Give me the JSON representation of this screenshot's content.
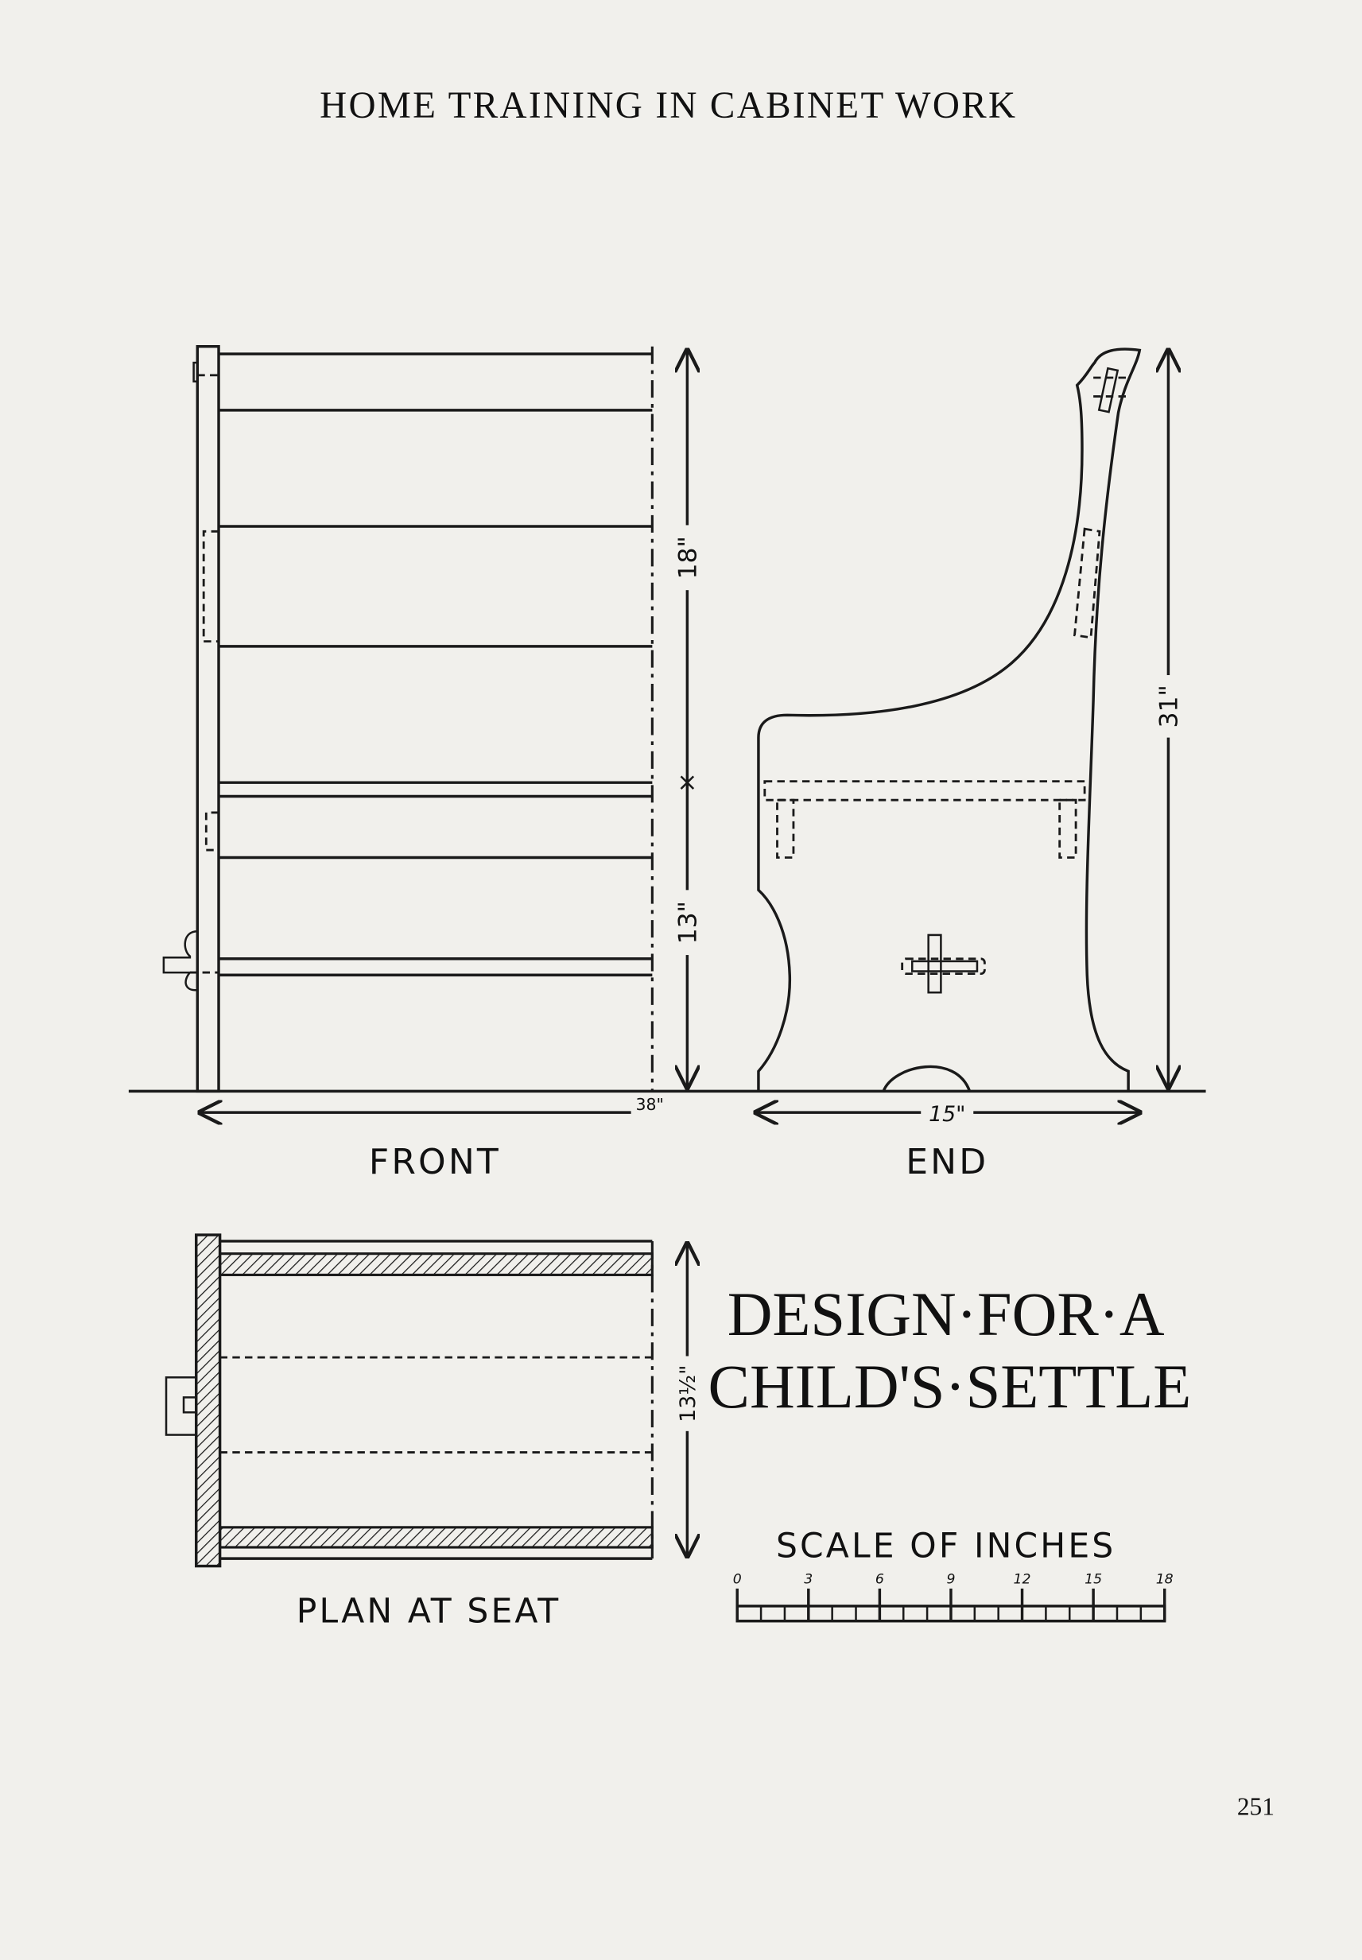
{
  "header": {
    "title": "HOME TRAINING IN CABINET WORK"
  },
  "drawing": {
    "front_label": "FRONT",
    "end_label": "END",
    "plan_label": "PLAN AT SEAT",
    "title_line1": "DESIGN·FOR·A",
    "title_line2": "CHILD'S·SETTLE",
    "dimensions": {
      "upper_height": "18\"",
      "lower_height": "13\"",
      "total_height": "31\"",
      "length": "38\"",
      "end_width": "15\"",
      "plan_depth": "13½\""
    },
    "scale": {
      "title": "SCALE OF INCHES",
      "ticks": [
        "0",
        "3",
        "6",
        "9",
        "12",
        "15",
        "18"
      ]
    }
  },
  "footer": {
    "page_number": "251"
  },
  "colors": {
    "paper": "#f1f0ec",
    "ink": "#1a1a1a"
  }
}
